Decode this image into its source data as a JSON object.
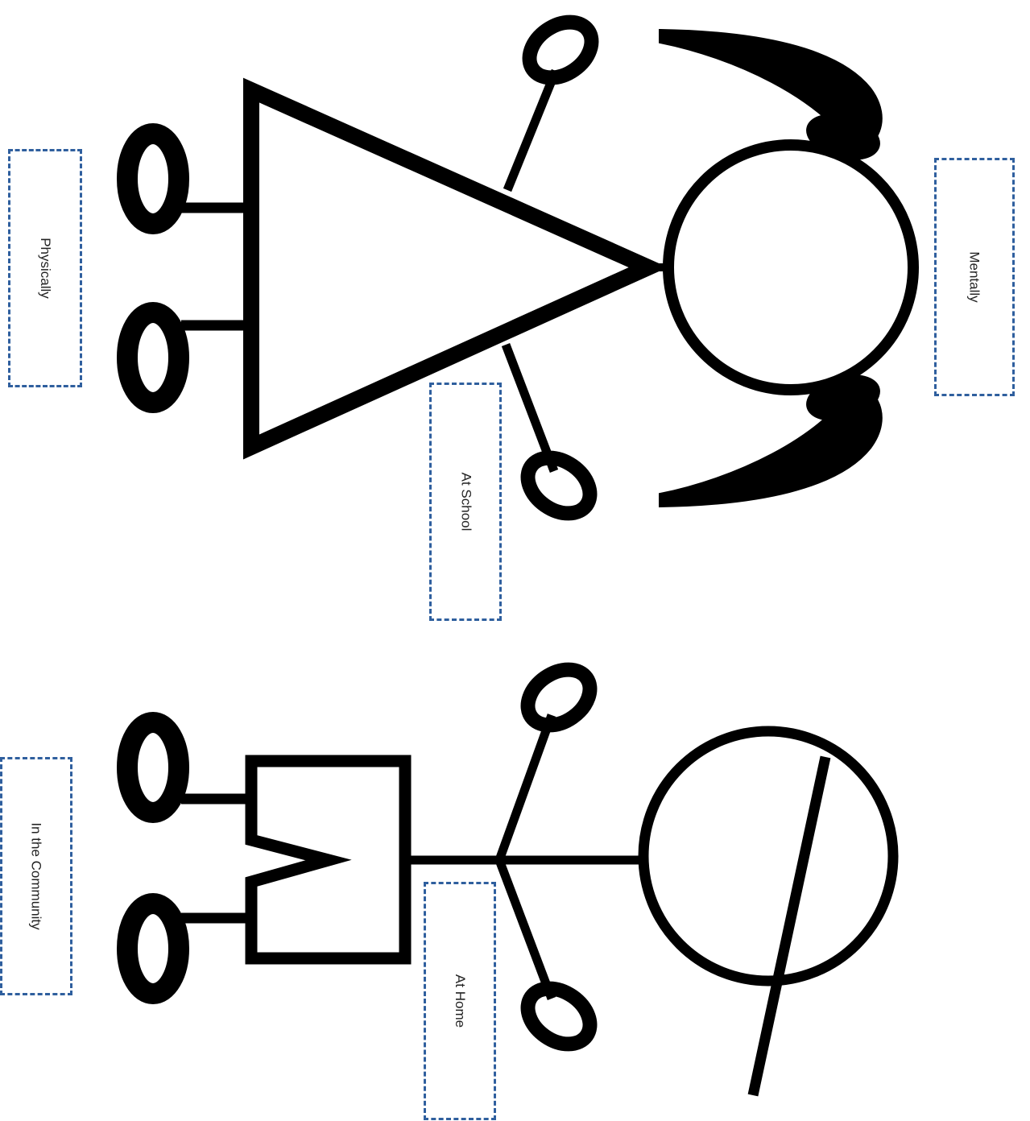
{
  "labels": {
    "physically": "Physically",
    "mentally": "Mentally",
    "at_school": "At School",
    "in_the_community": "In the Community",
    "at_home": "At Home"
  },
  "colors": {
    "stroke": "#000000",
    "box_border": "#2f5f9e",
    "text": "#222222",
    "background": "#ffffff"
  }
}
